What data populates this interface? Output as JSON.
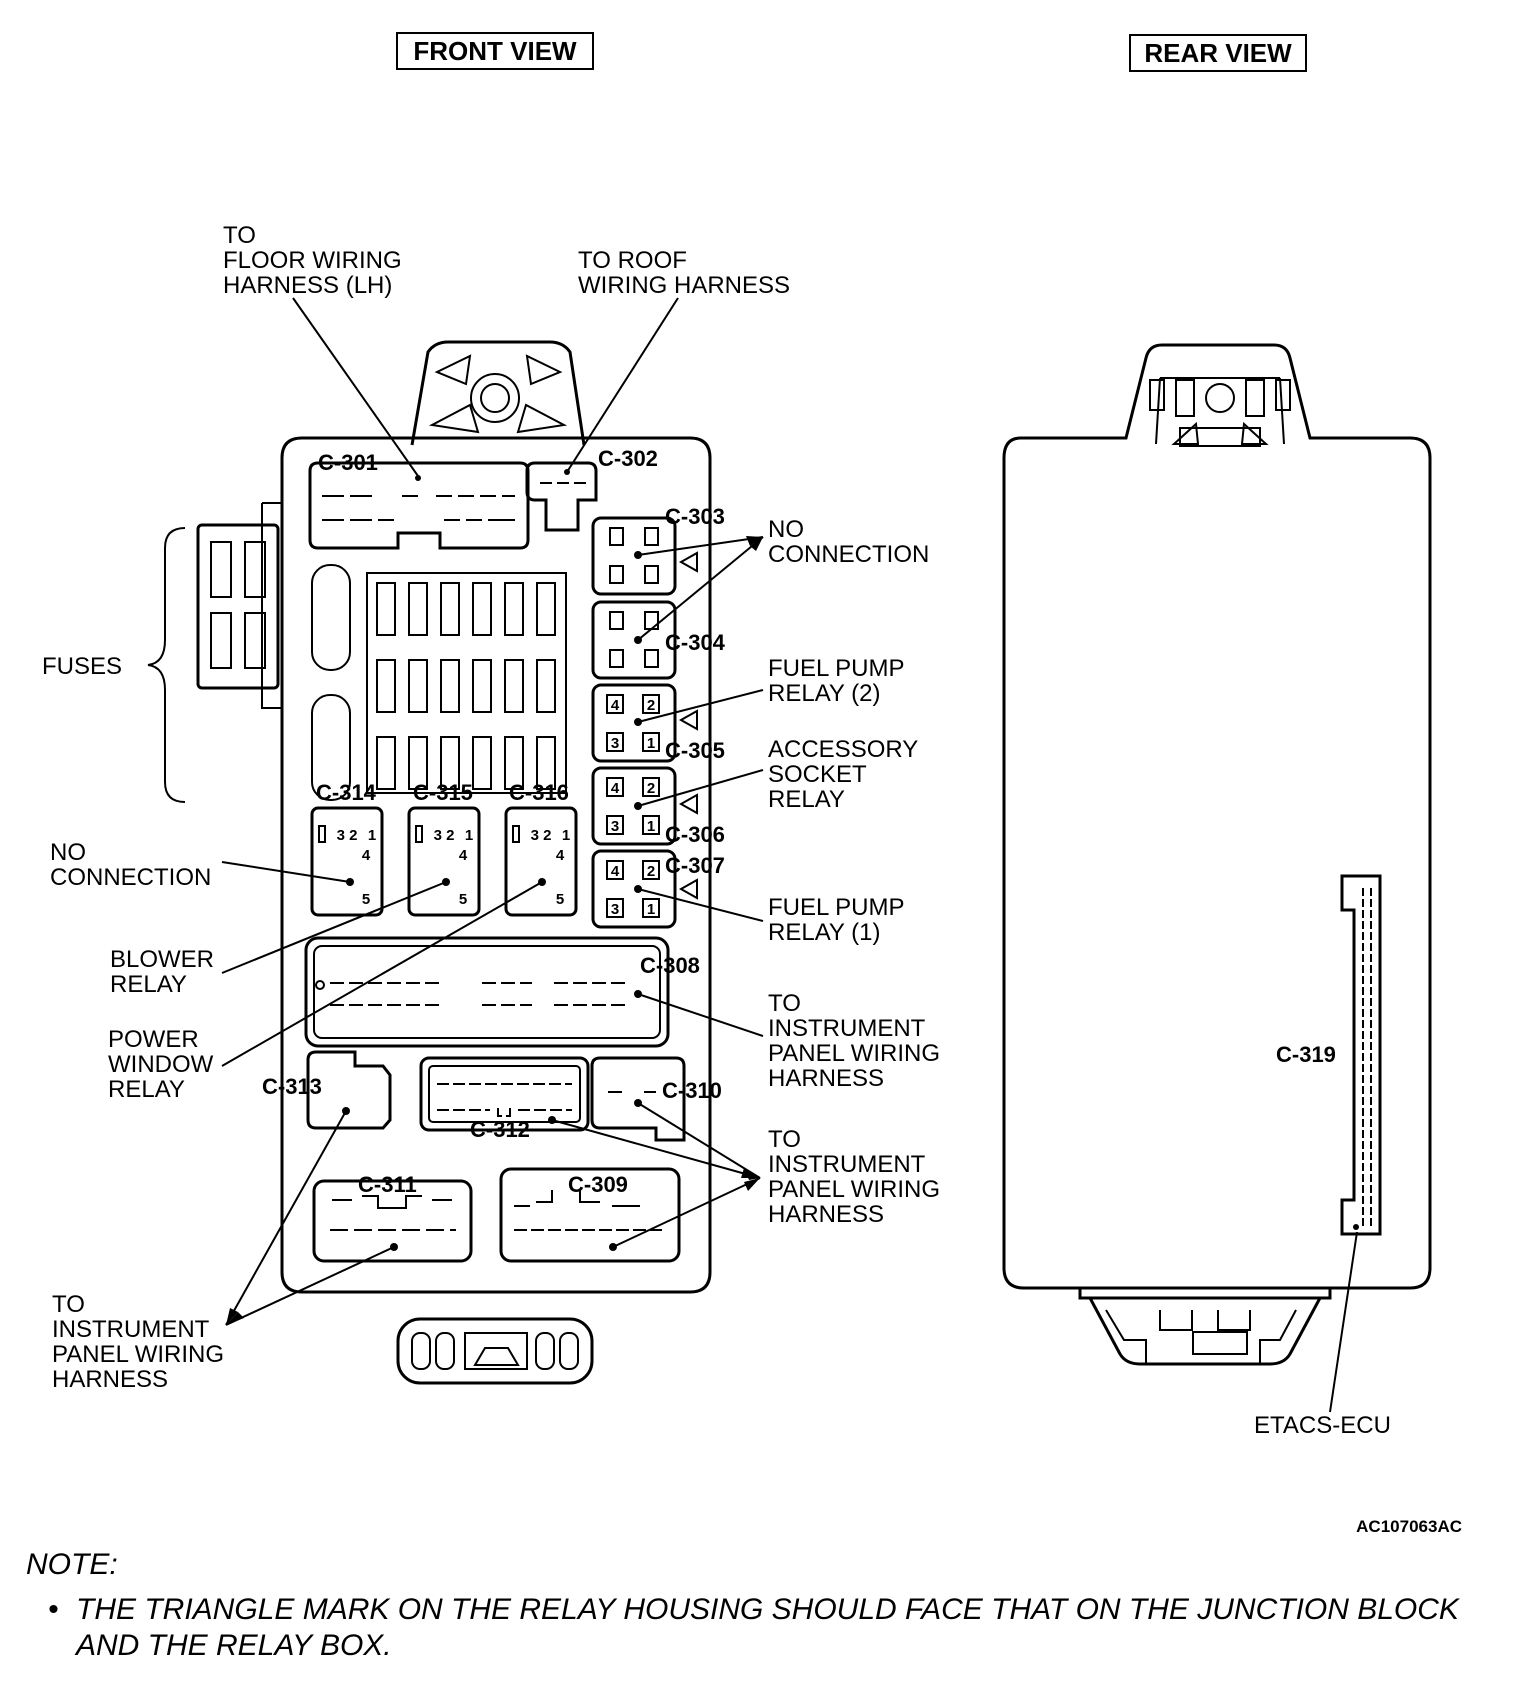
{
  "front_view": {
    "title": "FRONT VIEW"
  },
  "rear_view": {
    "title": "REAR VIEW"
  },
  "connectors": {
    "c301": "C-301",
    "c302": "C-302",
    "c303": "C-303",
    "c304": "C-304",
    "c305": "C-305",
    "c306": "C-306",
    "c307": "C-307",
    "c308": "C-308",
    "c309": "C-309",
    "c310": "C-310",
    "c311": "C-311",
    "c312": "C-312",
    "c313": "C-313",
    "c314": "C-314",
    "c315": "C-315",
    "c316": "C-316",
    "c319": "C-319"
  },
  "relay_pins": {
    "square": [
      "4",
      "2",
      "3",
      "1"
    ],
    "small_top": "3 2",
    "small_one": "1",
    "small_four": "4",
    "small_five": "5"
  },
  "callouts": {
    "floor_harness": [
      "TO",
      "FLOOR WIRING",
      "HARNESS (LH)"
    ],
    "roof_harness": [
      "TO ROOF",
      "WIRING HARNESS"
    ],
    "fuses": "FUSES",
    "no_connection_right": [
      "NO",
      "CONNECTION"
    ],
    "fuel_pump_relay_2": [
      "FUEL PUMP",
      "RELAY (2)"
    ],
    "accessory_socket_relay": [
      "ACCESSORY",
      "SOCKET",
      "RELAY"
    ],
    "fuel_pump_relay_1": [
      "FUEL PUMP",
      "RELAY (1)"
    ],
    "no_connection_left": [
      "NO",
      "CONNECTION"
    ],
    "blower_relay": [
      "BLOWER",
      "RELAY"
    ],
    "power_window_relay": [
      "POWER",
      "WINDOW",
      "RELAY"
    ],
    "ip_harness_upper": [
      "TO",
      "INSTRUMENT",
      "PANEL WIRING",
      "HARNESS"
    ],
    "ip_harness_middle": [
      "TO",
      "INSTRUMENT",
      "PANEL WIRING",
      "HARNESS"
    ],
    "ip_harness_lower": [
      "TO",
      "INSTRUMENT",
      "PANEL WIRING",
      "HARNESS"
    ],
    "etacs_ecu": "ETACS-ECU"
  },
  "figure_id": "AC107063AC",
  "note": {
    "heading": "NOTE:",
    "bullet": "•",
    "text": "THE TRIANGLE MARK ON THE RELAY HOUSING SHOULD FACE THAT ON THE JUNCTION BLOCK AND THE RELAY BOX."
  }
}
